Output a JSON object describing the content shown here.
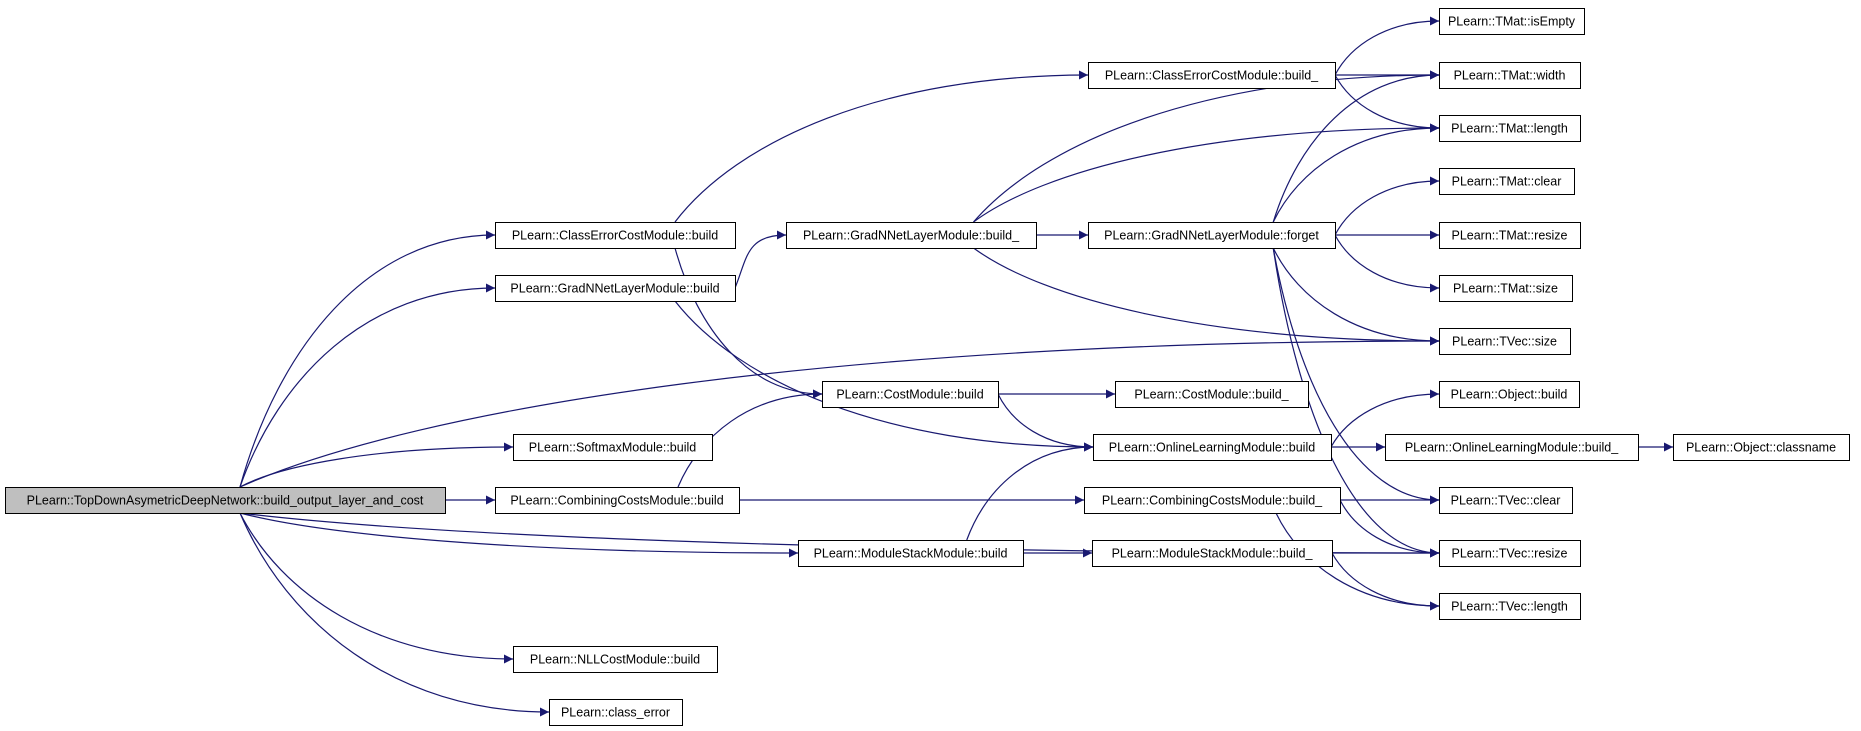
{
  "diagram": {
    "colors": {
      "edge": "#191970",
      "node_fill": "#ffffff",
      "root_fill": "#bfbfbf",
      "border": "#000000"
    },
    "nodes": [
      {
        "id": "root",
        "label": "PLearn::TopDownAsymetricDeepNetwork::build_output_layer_and_cost",
        "root": true
      },
      {
        "id": "cecm_build",
        "label": "PLearn::ClassErrorCostModule::build"
      },
      {
        "id": "gnn_build",
        "label": "PLearn::GradNNetLayerModule::build"
      },
      {
        "id": "softmax_build",
        "label": "PLearn::SoftmaxModule::build"
      },
      {
        "id": "ccm_build",
        "label": "PLearn::CombiningCostsModule::build"
      },
      {
        "id": "nll_build",
        "label": "PLearn::NLLCostModule::build"
      },
      {
        "id": "class_error",
        "label": "PLearn::class_error"
      },
      {
        "id": "gnn_build_",
        "label": "PLearn::GradNNetLayerModule::build_"
      },
      {
        "id": "cm_build",
        "label": "PLearn::CostModule::build"
      },
      {
        "id": "msm_build",
        "label": "PLearn::ModuleStackModule::build"
      },
      {
        "id": "cecm_build_",
        "label": "PLearn::ClassErrorCostModule::build_"
      },
      {
        "id": "gnn_forget",
        "label": "PLearn::GradNNetLayerModule::forget"
      },
      {
        "id": "cm_build_",
        "label": "PLearn::CostModule::build_"
      },
      {
        "id": "olm_build",
        "label": "PLearn::OnlineLearningModule::build"
      },
      {
        "id": "ccm_build_",
        "label": "PLearn::CombiningCostsModule::build_"
      },
      {
        "id": "msm_build_",
        "label": "PLearn::ModuleStackModule::build_"
      },
      {
        "id": "tmat_isempty",
        "label": "PLearn::TMat::isEmpty"
      },
      {
        "id": "tmat_width",
        "label": "PLearn::TMat::width"
      },
      {
        "id": "tmat_length",
        "label": "PLearn::TMat::length"
      },
      {
        "id": "tmat_clear",
        "label": "PLearn::TMat::clear"
      },
      {
        "id": "tmat_resize",
        "label": "PLearn::TMat::resize"
      },
      {
        "id": "tmat_size",
        "label": "PLearn::TMat::size"
      },
      {
        "id": "tvec_size",
        "label": "PLearn::TVec::size"
      },
      {
        "id": "obj_build",
        "label": "PLearn::Object::build"
      },
      {
        "id": "olm_build_",
        "label": "PLearn::OnlineLearningModule::build_"
      },
      {
        "id": "tvec_clear",
        "label": "PLearn::TVec::clear"
      },
      {
        "id": "tvec_resize",
        "label": "PLearn::TVec::resize"
      },
      {
        "id": "tvec_length",
        "label": "PLearn::TVec::length"
      },
      {
        "id": "obj_classname",
        "label": "PLearn::Object::classname"
      }
    ],
    "edges": [
      [
        "root",
        "cecm_build"
      ],
      [
        "root",
        "gnn_build"
      ],
      [
        "root",
        "tvec_size"
      ],
      [
        "root",
        "softmax_build"
      ],
      [
        "root",
        "ccm_build"
      ],
      [
        "root",
        "msm_build"
      ],
      [
        "root",
        "tvec_resize"
      ],
      [
        "root",
        "nll_build"
      ],
      [
        "root",
        "class_error"
      ],
      [
        "cecm_build",
        "cecm_build_"
      ],
      [
        "cecm_build",
        "cm_build"
      ],
      [
        "gnn_build",
        "gnn_build_"
      ],
      [
        "gnn_build",
        "olm_build"
      ],
      [
        "ccm_build",
        "cm_build"
      ],
      [
        "ccm_build",
        "ccm_build_"
      ],
      [
        "gnn_build_",
        "gnn_forget"
      ],
      [
        "gnn_build_",
        "tmat_width"
      ],
      [
        "gnn_build_",
        "tmat_length"
      ],
      [
        "gnn_build_",
        "tvec_size"
      ],
      [
        "cm_build",
        "cm_build_"
      ],
      [
        "cm_build",
        "olm_build"
      ],
      [
        "msm_build",
        "msm_build_"
      ],
      [
        "msm_build",
        "olm_build"
      ],
      [
        "cecm_build_",
        "tmat_isempty"
      ],
      [
        "cecm_build_",
        "tmat_width"
      ],
      [
        "cecm_build_",
        "tmat_length"
      ],
      [
        "gnn_forget",
        "tmat_width"
      ],
      [
        "gnn_forget",
        "tmat_length"
      ],
      [
        "gnn_forget",
        "tmat_clear"
      ],
      [
        "gnn_forget",
        "tmat_resize"
      ],
      [
        "gnn_forget",
        "tmat_size"
      ],
      [
        "gnn_forget",
        "tvec_size"
      ],
      [
        "gnn_forget",
        "tvec_clear"
      ],
      [
        "gnn_forget",
        "tvec_resize"
      ],
      [
        "olm_build",
        "obj_build"
      ],
      [
        "olm_build",
        "olm_build_"
      ],
      [
        "olm_build_",
        "obj_classname"
      ],
      [
        "ccm_build_",
        "tvec_clear"
      ],
      [
        "ccm_build_",
        "tvec_resize"
      ],
      [
        "ccm_build_",
        "tvec_length"
      ],
      [
        "msm_build_",
        "tvec_resize"
      ],
      [
        "msm_build_",
        "tvec_length"
      ]
    ]
  }
}
